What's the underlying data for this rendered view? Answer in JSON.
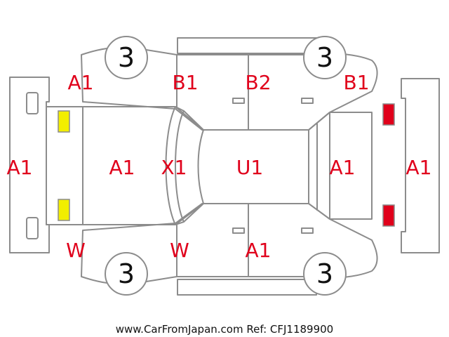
{
  "colors": {
    "outline": "#8c8c8c",
    "label": "#e0001b",
    "headlight": "#f2ee00",
    "taillight": "#e0001b"
  },
  "labels": {
    "front_bumper": "A1",
    "hood": "A1",
    "windshield": "X1",
    "roof": "U1",
    "trunk": "A1",
    "rear_bumper": "A1",
    "left_front_fender": "A1",
    "left_front_door": "B1",
    "left_rear_door": "B2",
    "left_rear_quarter": "B1",
    "right_front_fender": "W",
    "right_front_door": "W",
    "right_rear_door": "A1"
  },
  "wheels": {
    "front_left": "3",
    "rear_left": "3",
    "front_right": "3",
    "rear_right": "3"
  },
  "footer": "www.CarFromJapan.com Ref: CFJ1189900"
}
